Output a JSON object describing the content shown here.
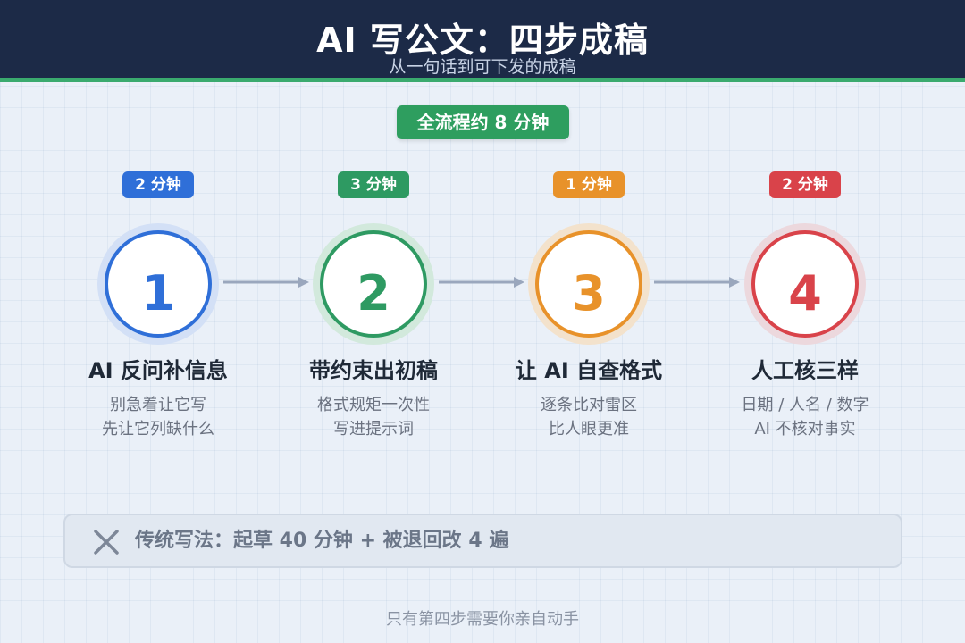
{
  "header": {
    "title": "AI 写公文：四步成稿",
    "subtitle": "从一句话到可下发的成稿"
  },
  "total_badge": "全流程约 8 分钟",
  "colors": {
    "blue": "#2f6fd8",
    "green": "#2e9a62",
    "orange": "#e8922a",
    "red": "#d9434a",
    "header_bg": "#1c2a47",
    "accent_line": "#3aaa6e"
  },
  "steps": [
    {
      "number": "1",
      "time": "2 分钟",
      "name": "AI 反问补信息",
      "desc_line1": "别急着让它写",
      "desc_line2": "先让它列缺什么"
    },
    {
      "number": "2",
      "time": "3 分钟",
      "name": "带约束出初稿",
      "desc_line1": "格式规矩一次性",
      "desc_line2": "写进提示词"
    },
    {
      "number": "3",
      "time": "1 分钟",
      "name": "让 AI 自查格式",
      "desc_line1": "逐条比对雷区",
      "desc_line2": "比人眼更准"
    },
    {
      "number": "4",
      "time": "2 分钟",
      "name": "人工核三样",
      "desc_line1": "日期 / 人名 / 数字",
      "desc_line2": "AI 不核对事实"
    }
  ],
  "comparison": {
    "icon": "close-icon",
    "text": "传统写法：起草 40 分钟 + 被退回改 4 遍"
  },
  "footer": "只有第四步需要你亲自动手"
}
